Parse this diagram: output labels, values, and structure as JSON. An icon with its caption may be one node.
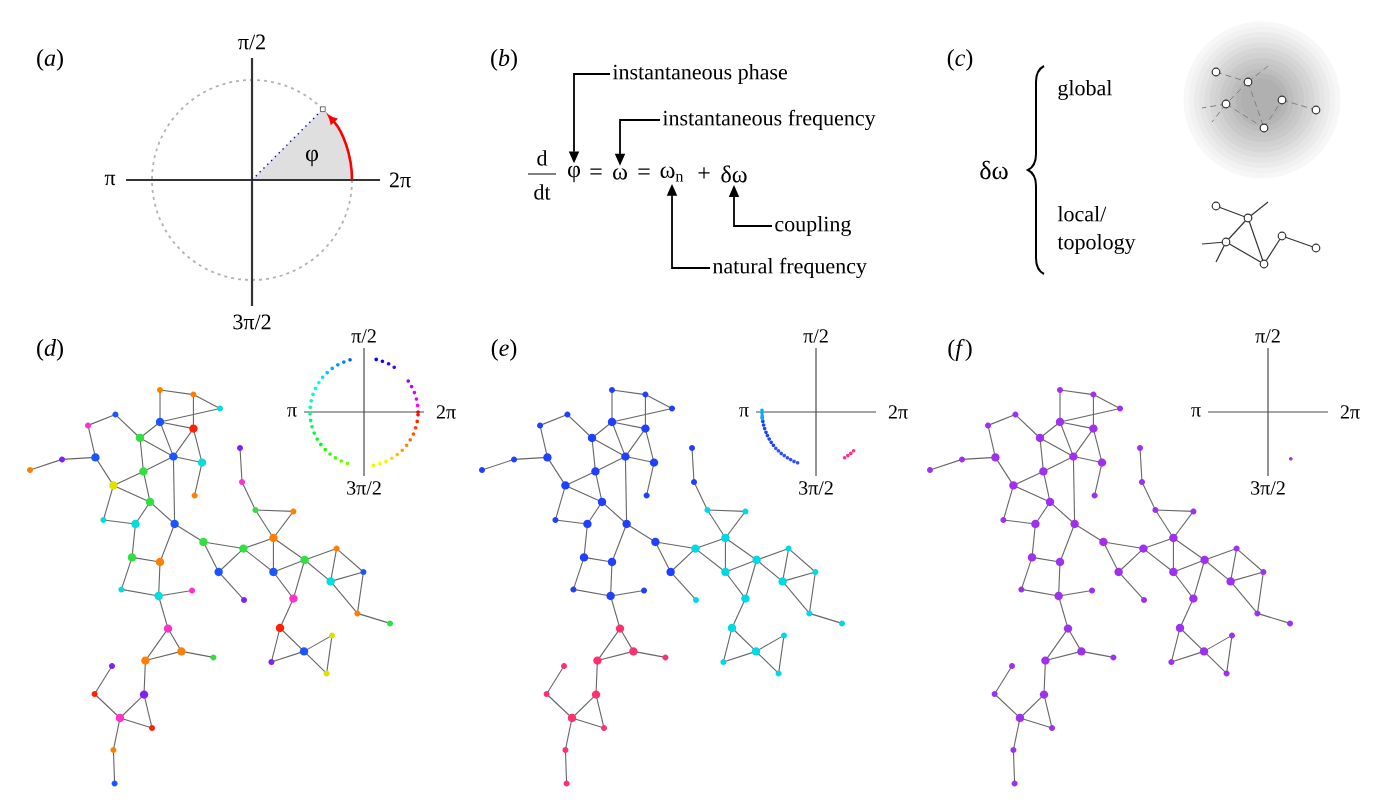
{
  "diagram": {
    "nodes": [
      {
        "text": [
          "instantaneous phase"
        ]
      },
      {
        "text": [
          "instantaneous frequency"
        ]
      },
      {
        "text": [
          "coupling"
        ]
      },
      {
        "text": [
          "natural frequency"
        ]
      },
      {
        "text": [
          "φ"
        ]
      },
      {
        "text": [
          "ω"
        ]
      },
      {
        "text": [
          "ω$_{n}$"
        ]
      },
      {
        "text": [
          "δω"
        ]
      }
    ],
    "edges": [
      {
        "from": 0,
        "to": 4,
        "arrow": "to"
      },
      {
        "from": 1,
        "to": 5,
        "arrow": "to"
      },
      {
        "from": 2,
        "to": 7,
        "arrow": "to"
      },
      {
        "from": 3,
        "to": 6,
        "arrow": "to"
      }
    ],
    "labels": [
      "(*a*)",
      "π/2",
      "π",
      "2π",
      "3π/2",
      "φ",
      "(*b*)",
      "d",
      "dt",
      "=",
      "=",
      "+",
      "(*c*)",
      "δω",
      "global",
      "local/ topology",
      "(*d*)",
      "π/2",
      "π",
      "2π",
      "3π/2",
      "(*e*)",
      "π/2",
      "π",
      "2π",
      "3π/2",
      "(*f*)",
      "π/2",
      "π",
      "2π",
      "3π/2"
    ]
  }
}
